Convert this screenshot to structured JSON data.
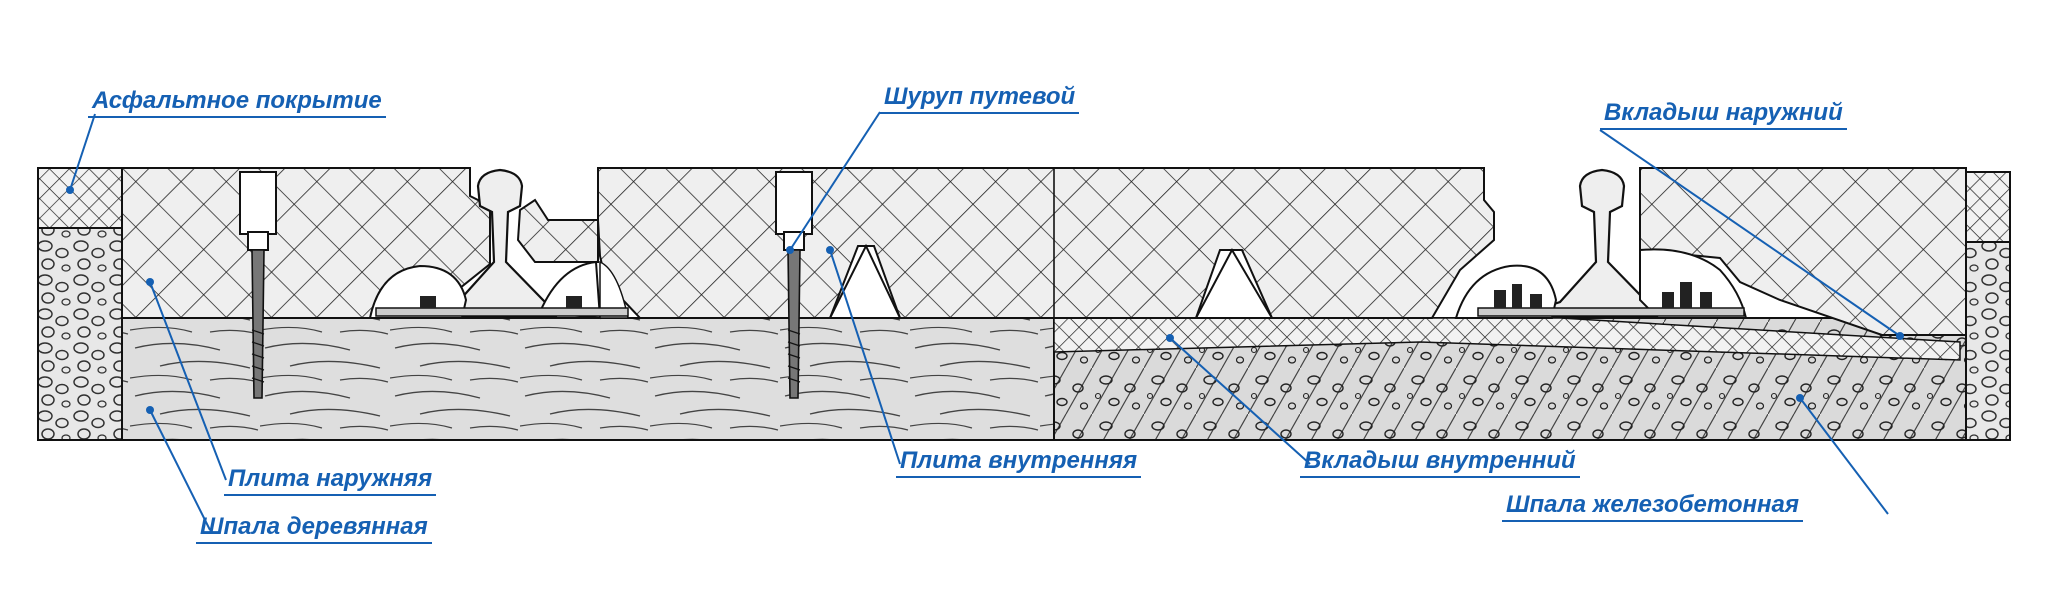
{
  "colors": {
    "label": "#1560b3",
    "outline": "#111111",
    "paving": "#eeeeee",
    "wood": "#dcdcdc",
    "concrete": "#d7d7d7",
    "ballast": "#ececec"
  },
  "labels": {
    "asphalt": "Асфальтное покрытие",
    "track_screw": "Шуруп путевой",
    "outer_insert": "Вкладыш наружний",
    "outer_slab": "Плита наружняя",
    "wooden_sleeper": "Шпала деревянная",
    "inner_slab": "Плита внутренняя",
    "inner_insert": "Вкладыш внутренний",
    "concrete_sleeper": "Шпала железобетонная"
  }
}
